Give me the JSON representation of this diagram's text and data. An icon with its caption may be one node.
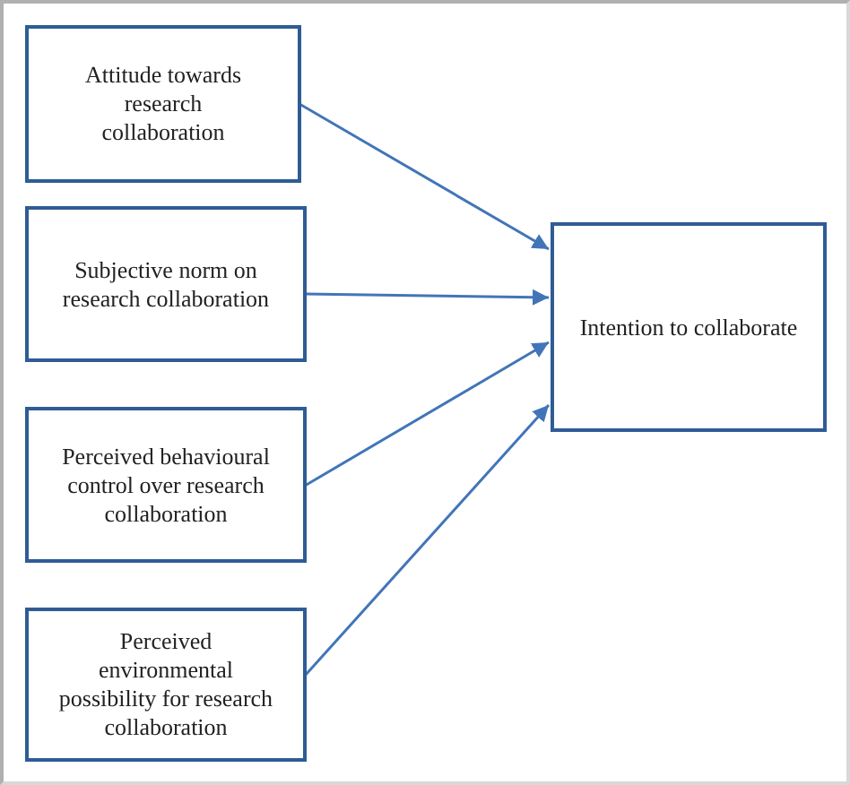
{
  "diagram": {
    "nodes": [
      {
        "text": [
          "Attitude towards research collaboration"
        ]
      },
      {
        "text": [
          "Subjective norm on research collaboration"
        ]
      },
      {
        "text": [
          "Perceived behavioural control over research collaboration"
        ]
      },
      {
        "text": [
          "Perceived environmental possibility for research collaboration"
        ]
      },
      {
        "text": [
          "Intention to collaborate"
        ]
      }
    ],
    "edges": [
      {
        "from": 0,
        "to": 4,
        "arrow": "to"
      },
      {
        "from": 1,
        "to": 4,
        "arrow": "to"
      },
      {
        "from": 2,
        "to": 4,
        "arrow": "to"
      },
      {
        "from": 3,
        "to": 4,
        "arrow": "to"
      }
    ]
  }
}
